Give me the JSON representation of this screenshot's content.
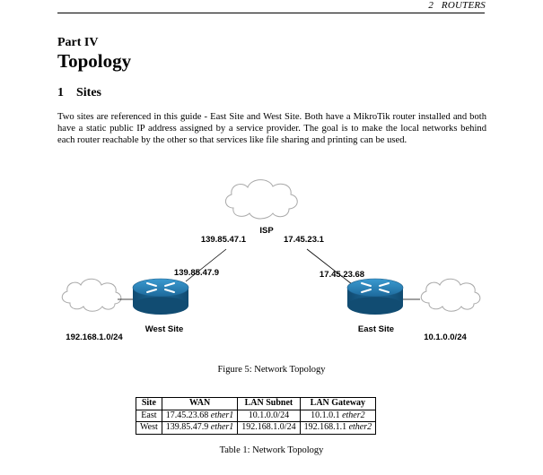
{
  "header": {
    "section_number": "2",
    "section_name": "ROUTERS"
  },
  "part": {
    "label": "Part IV",
    "title": "Topology"
  },
  "section": {
    "number": "1",
    "title": "Sites"
  },
  "paragraph": "Two sites are referenced in this guide - East Site and West Site. Both have a MikroTik router installed and both have a static public IP address assigned by a service provider. The goal is to make the local networks behind each router reachable by the other so that services like file sharing and printing can be used.",
  "diagram": {
    "isp_label": "ISP",
    "isp_west_ip": "139.85.47.1",
    "isp_east_ip": "17.45.23.1",
    "west_wan_ip": "139.85.47.9",
    "east_wan_ip": "17.45.23.68",
    "west_label": "West Site",
    "east_label": "East Site",
    "west_lan": "192.168.1.0/24",
    "east_lan": "10.1.0.0/24"
  },
  "figure_caption": "Figure 5: Network Topology",
  "table": {
    "headers": [
      "Site",
      "WAN",
      "LAN Subnet",
      "LAN Gateway"
    ],
    "rows": [
      {
        "site": "East",
        "wan_ip": "17.45.23.68",
        "wan_iface": "ether1",
        "lan_subnet": "10.1.0.0/24",
        "gw_ip": "10.1.0.1",
        "gw_iface": "ether2"
      },
      {
        "site": "West",
        "wan_ip": "139.85.47.9",
        "wan_iface": "ether1",
        "lan_subnet": "192.168.1.0/24",
        "gw_ip": "192.168.1.1",
        "gw_iface": "ether2"
      }
    ]
  },
  "table_caption": "Table 1: Network Topology",
  "colors": {
    "router_body": "#1a5c88",
    "router_top": "#2d8ac0",
    "cloud_stroke": "#a9a9a9"
  }
}
